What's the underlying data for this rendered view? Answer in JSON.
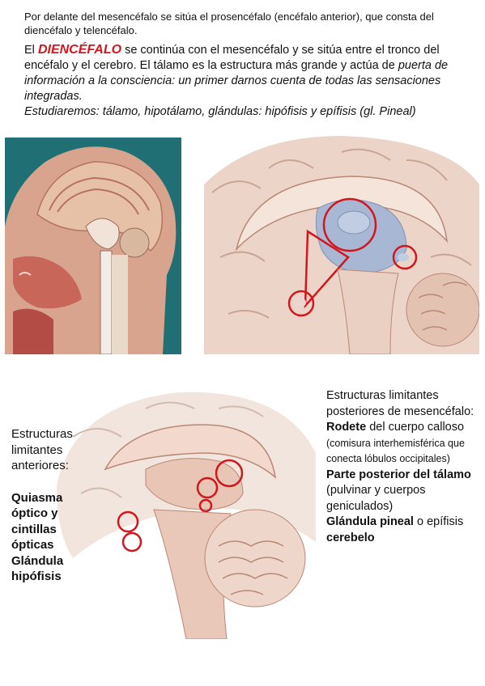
{
  "intro": "Por delante del mesencéfalo se sitúa el prosencéfalo (encéfalo anterior), que consta del diencéfalo y telencéfalo.",
  "para": {
    "el": "El",
    "term": "DIENCÉFALO",
    "rest": "se continúa con el mesencéfalo y se sitúa entre el tronco del encéfalo y el cerebro. El tálamo es la estructura más grande y actúa de",
    "italic": "puerta de información a la consciencia: un primer darnos cuenta de todas las sensaciones integradas.",
    "study": "Estudiaremos: tálamo, hipotálamo, glándulas: hipófisis y epífisis (gl. Pineal)"
  },
  "left": {
    "heading": "Estructuras limitantes anteriores:",
    "item1": "Quiasma óptico y cintillas ópticas",
    "item2": "Glándula hipófisis"
  },
  "right": {
    "heading": "Estructuras limitantes posteriores de mesencéfalo:",
    "i1_bold": "Rodete",
    "i1_text": "del cuerpo calloso",
    "i1_note": "(comisura interhemisférica que conecta lóbulos occipitales)",
    "i2_bold": "Parte posterior del tálamo",
    "i2_note": "(pulvinar y cuerpos geniculados)",
    "i3_bold": "Glándula pineal",
    "i3_text": "o epífisis",
    "i4_bold": "cerebelo"
  },
  "colors": {
    "highlight_red": "#d0171e",
    "teal_bg": "#1f6f74",
    "tissue": "#e9c6b6",
    "thalamus_blue": "#a8b7d3"
  },
  "figures": [
    "sagittal-head-model",
    "diencephalon-closeup",
    "midsagittal-brainstem"
  ]
}
